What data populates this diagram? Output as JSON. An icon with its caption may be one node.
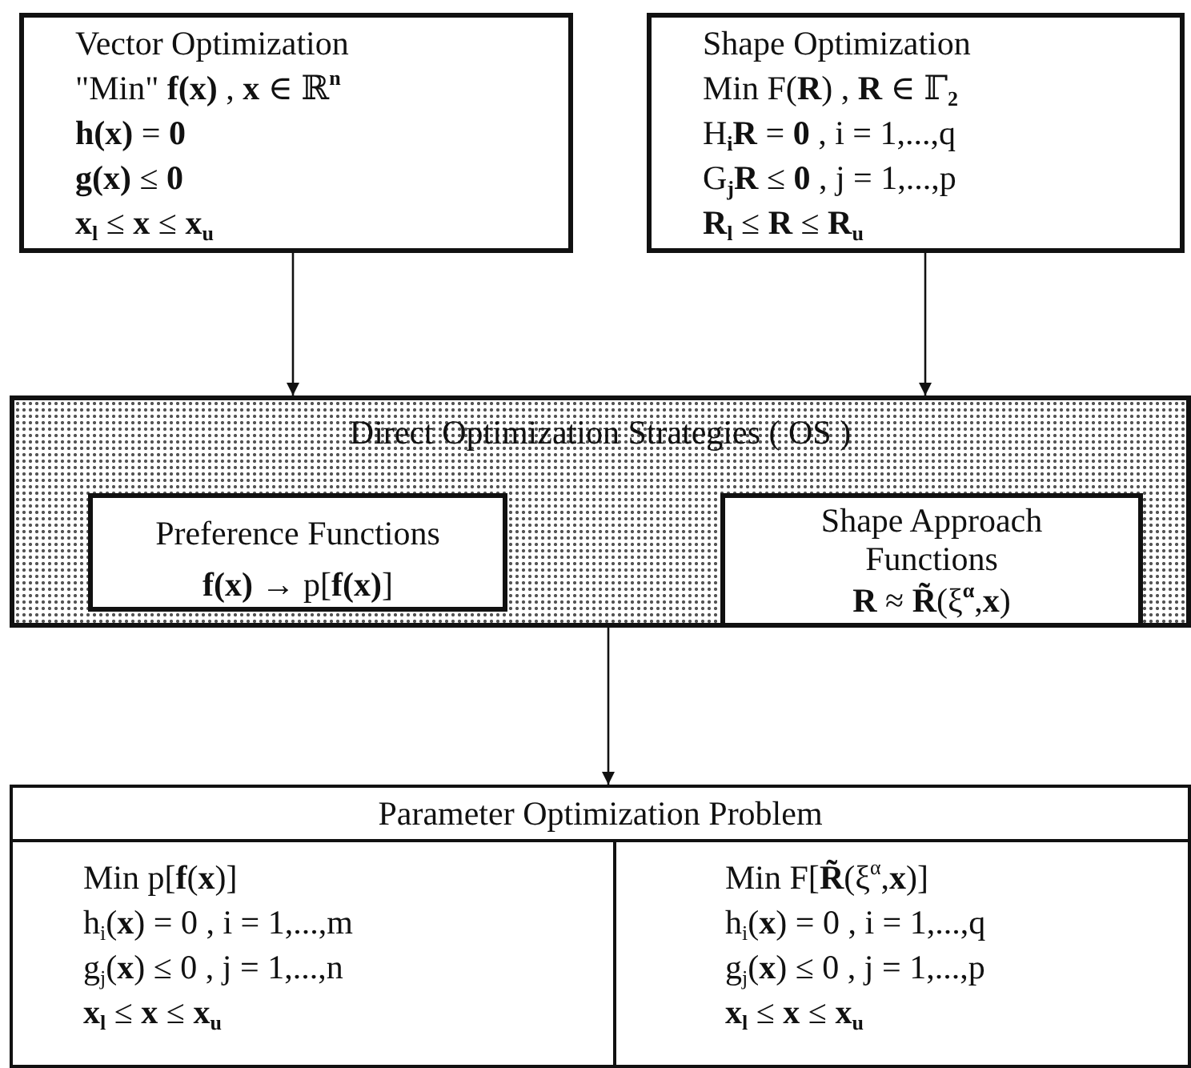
{
  "diagram": {
    "nodes": [
      {
        "text": [
          "Vector Optimization",
          "\"Min\" **f(x)** , **x** ∈ ℝ$^{n}$",
          "**h(x)** = **0**",
          "**g(x)** ≤ **0**",
          "**x**$_{l}$ ≤ **x** ≤ **x**$_{u}$"
        ]
      },
      {
        "text": [
          "Shape Optimization",
          "Min F(**R**) , **R** ∈ ℾ$_{2}$",
          "H$_{i}$**R** = **0** , i = 1,...,q",
          "G$_{j}$**R** ≤ **0** , j = 1,...,p",
          "**R**$_{l}$ ≤ **R** ≤ **R**$_{u}$"
        ]
      },
      {
        "text": [
          "Direct Optimization Strategies ( OS )"
        ]
      },
      {
        "text": [
          "Preference Functions",
          "**f(x)** → p[**f(x)**]"
        ],
        "in": 2
      },
      {
        "text": [
          "Shape Approach Functions",
          "**R** ≈ **R̃**(ξ$^{α}$,**x**)"
        ],
        "in": 2
      },
      {
        "text": [
          "Parameter Optimization Problem"
        ]
      },
      {
        "text": [
          "Min p[**f**(**x**)]",
          "h$_{i}$(**x**) = 0 , i = 1,...,m",
          "g$_{j}$(**x**) ≤ 0 , j = 1,...,n",
          "**x**$_{l}$ ≤ **x** ≤ **x**$_{u}$"
        ],
        "in": 5
      },
      {
        "text": [
          "Min F[**R̃**(ξ$^{α}$,**x**)]",
          "h$_{i}$(**x**) = 0 , i = 1,...,q",
          "g$_{j}$(**x**) ≤ 0 , j = 1,...,p",
          "**x**$_{l}$ ≤ **x** ≤ **x**$_{u}$"
        ],
        "in": 5
      }
    ],
    "edges": [
      {
        "from": 0,
        "to": 2,
        "arrow": "to"
      },
      {
        "from": 1,
        "to": 2,
        "arrow": "to"
      },
      {
        "from": 2,
        "to": 5,
        "arrow": "to"
      }
    ]
  }
}
